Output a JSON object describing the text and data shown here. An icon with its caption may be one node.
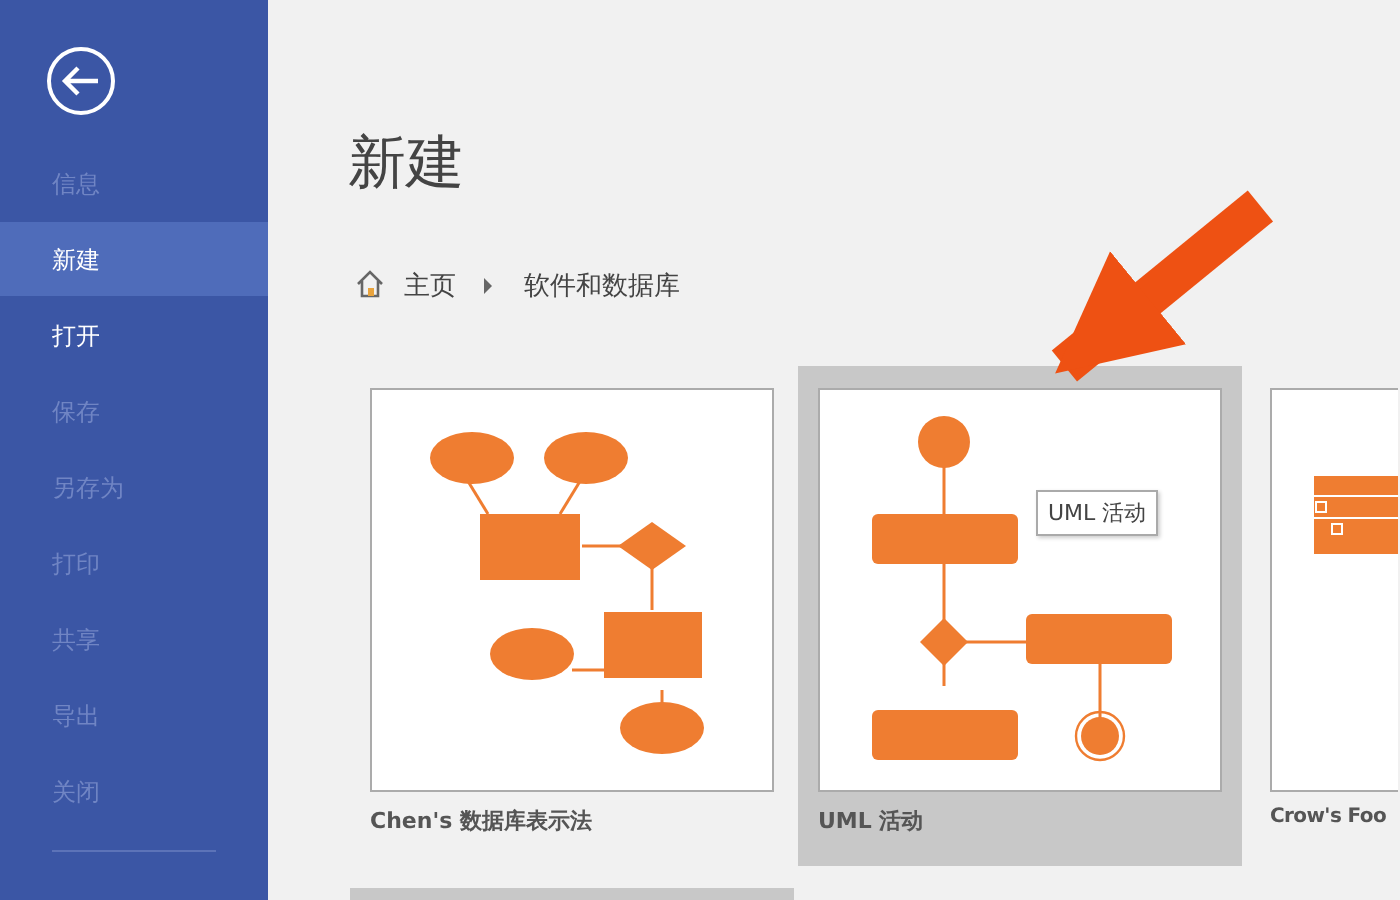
{
  "diagram": {
    "title": "新建",
    "nodes": [
      {
        "text": [
          "Chen's 数据库表示法"
        ]
      },
      {
        "text": [
          "UML 活动"
        ]
      },
      {
        "text": [
          "Crow's Foo"
        ]
      }
    ],
    "edges": [
      {
        "from": null,
        "to": 1,
        "arrow": "to"
      }
    ],
    "labels": [
      "信息",
      "新建",
      "打开",
      "保存",
      "另存为",
      "打印",
      "共享",
      "导出",
      "关闭",
      "主页",
      "软件和数据库",
      "UML 活动"
    ]
  }
}
